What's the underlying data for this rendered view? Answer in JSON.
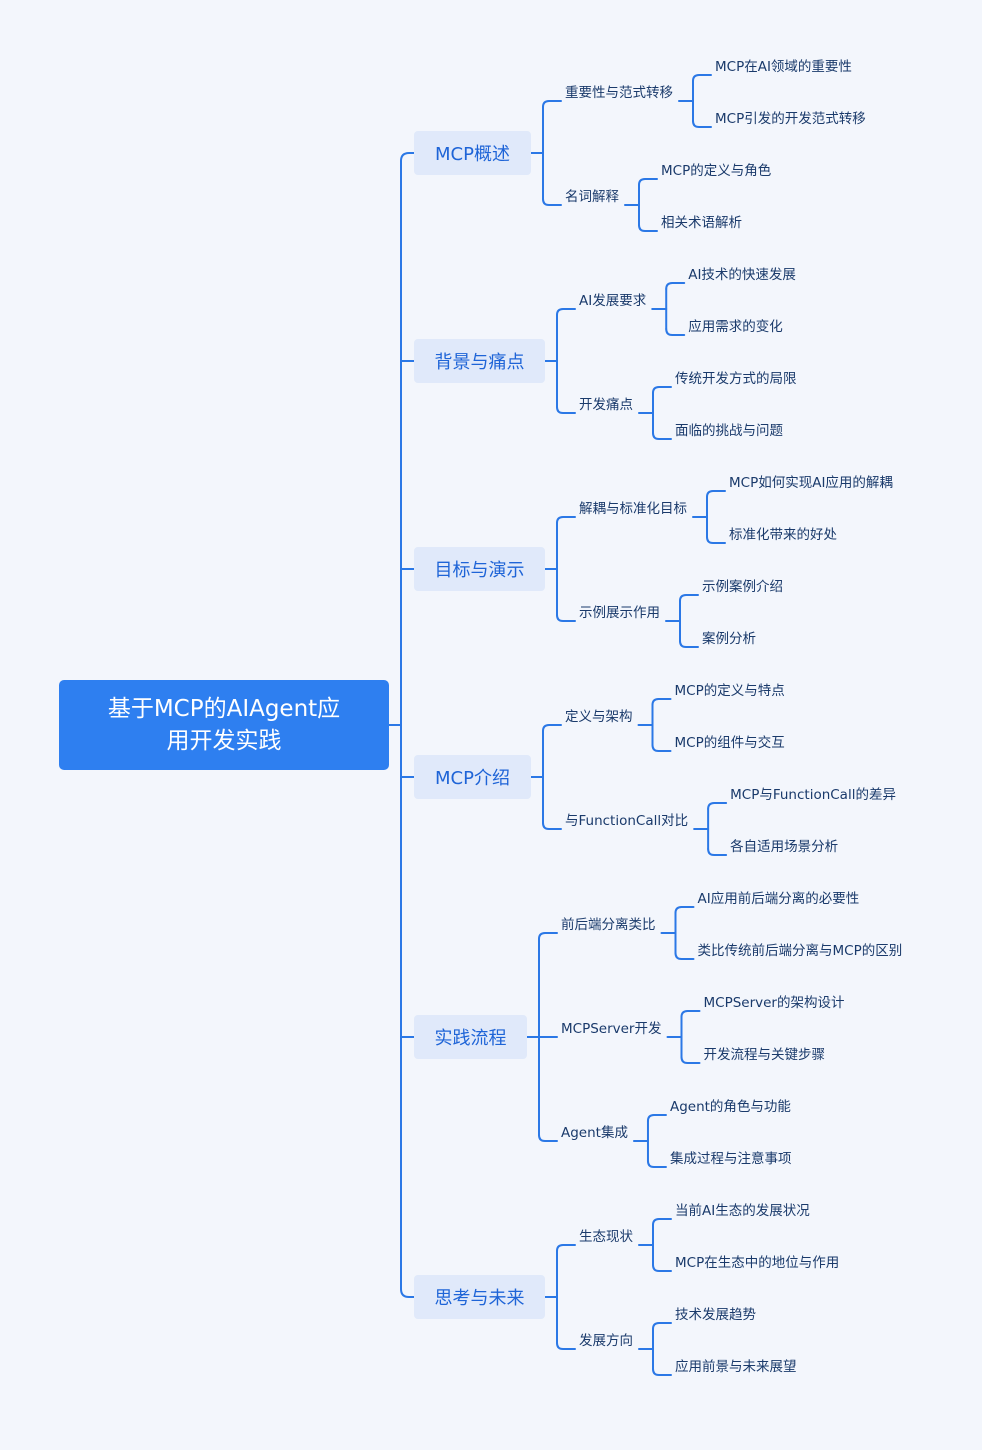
{
  "mindmap": {
    "root": "基于MCP的AIAgent应用开发实践",
    "branches": [
      {
        "label": "MCP概述",
        "children": [
          {
            "label": "重要性与范式转移",
            "children": [
              "MCP在AI领域的重要性",
              "MCP引发的开发范式转移"
            ]
          },
          {
            "label": "名词解释",
            "children": [
              "MCP的定义与角色",
              "相关术语解析"
            ]
          }
        ]
      },
      {
        "label": "背景与痛点",
        "children": [
          {
            "label": "AI发展要求",
            "children": [
              "AI技术的快速发展",
              "应用需求的变化"
            ]
          },
          {
            "label": "开发痛点",
            "children": [
              "传统开发方式的局限",
              "面临的挑战与问题"
            ]
          }
        ]
      },
      {
        "label": "目标与演示",
        "children": [
          {
            "label": "解耦与标准化目标",
            "children": [
              "MCP如何实现AI应用的解耦",
              "标准化带来的好处"
            ]
          },
          {
            "label": "示例展示作用",
            "children": [
              "示例案例介绍",
              "案例分析"
            ]
          }
        ]
      },
      {
        "label": "MCP介绍",
        "children": [
          {
            "label": "定义与架构",
            "children": [
              "MCP的定义与特点",
              "MCP的组件与交互"
            ]
          },
          {
            "label": "与FunctionCall对比",
            "children": [
              "MCP与FunctionCall的差异",
              "各自适用场景分析"
            ]
          }
        ]
      },
      {
        "label": "实践流程",
        "children": [
          {
            "label": "前后端分离类比",
            "children": [
              "AI应用前后端分离的必要性",
              "类比传统前后端分离与MCP的区别"
            ]
          },
          {
            "label": "MCPServer开发",
            "children": [
              "MCPServer的架构设计",
              "开发流程与关键步骤"
            ]
          },
          {
            "label": "Agent集成",
            "children": [
              "Agent的角色与功能",
              "集成过程与注意事项"
            ]
          }
        ]
      },
      {
        "label": "思考与未来",
        "children": [
          {
            "label": "生态现状",
            "children": [
              "当前AI生态的发展状况",
              "MCP在生态中的地位与作用"
            ]
          },
          {
            "label": "发展方向",
            "children": [
              "技术发展趋势",
              "应用前景与未来展望"
            ]
          }
        ]
      }
    ]
  },
  "colors": {
    "background": "#f3f6fc",
    "root_fill": "#2e7ff0",
    "branch_fill": "#e0e9fa",
    "branch_text": "#1e64d7",
    "connector": "#2b78e6",
    "leaf_text": "#1a3a6b"
  }
}
